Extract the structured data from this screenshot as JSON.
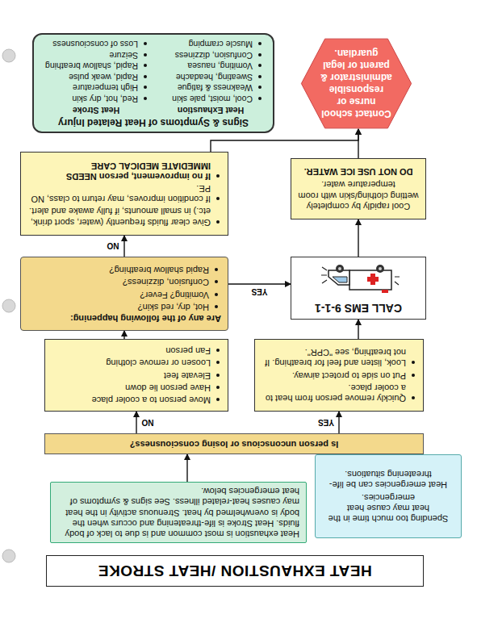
{
  "diagram": {
    "title": "HEAT EXHAUSTION /HEAT STROKE",
    "nodes": [
      {
        "text": [
          "Spending too much time in the heat may cause heat emergencies.",
          "Heat emergencies can be life-threatening situations."
        ]
      },
      {
        "text": [
          "Heat exhaustion is most common and is due to lack of body fluids. Heat Stroke is life-threatening and occurs when the body is overwhelmed by heat. Strenuous activity in the heat may causes heat-related illness. See signs & symptoms of heat emergencies below."
        ]
      },
      {
        "text": [
          "Is person unconscious or losing consciousness?"
        ]
      },
      {
        "text": [
          "Quickly remove person from heat to a cooler place.",
          "Put on side to protect airway.",
          "Look, listen and feel for breathing. If not breathing, see \"CPR\"."
        ]
      },
      {
        "text": [
          "Move person to a cooler place",
          "Have person lie down",
          "Elevate feet",
          "Loosen or remove clothing",
          "Fan person"
        ]
      },
      {
        "text": [
          "CALL EMS 9-1-1"
        ]
      },
      {
        "text": [
          "Are any of the following happening:",
          "Hot, dry, red skin?",
          "Vomiting? Fever?",
          "Confusion, dizziness?",
          "Rapid shallow breathing?"
        ]
      },
      {
        "text": [
          "Cool rapidly by completely wetting clothing/skin with room temperature water.",
          "DO NOT USE ICE WATER."
        ]
      },
      {
        "text": [
          "Give clear fluids frequently (water, sport drink, etc.) in small amounts, if fully awake and alert.",
          "If condition improves, may return to class, NO PE.",
          "If no improvement, person NEEDS IMMEDIATE MEDICAL CARE"
        ]
      },
      {
        "text": [
          "Contact school nurse or responsible administrator & parent or legal guardian."
        ]
      },
      {
        "text": [
          "Signs & Symptoms of Heat Related Injury",
          "Heat Exhaustion",
          "Cool, moist, pale skin",
          "Weakness & fatigue",
          "Sweating, headache",
          "Vomiting, nausea",
          "Confusion, dizziness",
          "Muscle cramping",
          "Heat Stroke",
          "Red, hot, dry skin",
          "High temperature",
          "Rapid, weak pulse",
          "Rapid, shallow breathing",
          "Seizure",
          "Loss of consciousness"
        ]
      }
    ],
    "edges": [
      {
        "from": 1,
        "to": 2,
        "arrow": "to"
      },
      {
        "from": 2,
        "to": 3,
        "label": "YES",
        "arrow": "to"
      },
      {
        "from": 2,
        "to": 4,
        "label": "NO",
        "arrow": "to"
      },
      {
        "from": 4,
        "to": 6,
        "arrow": "to"
      },
      {
        "from": 3,
        "to": 5,
        "arrow": "to"
      },
      {
        "from": 6,
        "to": 5,
        "label": "YES",
        "arrow": "to"
      },
      {
        "from": 6,
        "to": 8,
        "label": "NO",
        "arrow": "to"
      },
      {
        "from": 5,
        "to": 7,
        "arrow": "to"
      },
      {
        "from": 7,
        "to": 9,
        "arrow": "to"
      },
      {
        "from": 8,
        "to": 9,
        "arrow": "to"
      }
    ]
  }
}
